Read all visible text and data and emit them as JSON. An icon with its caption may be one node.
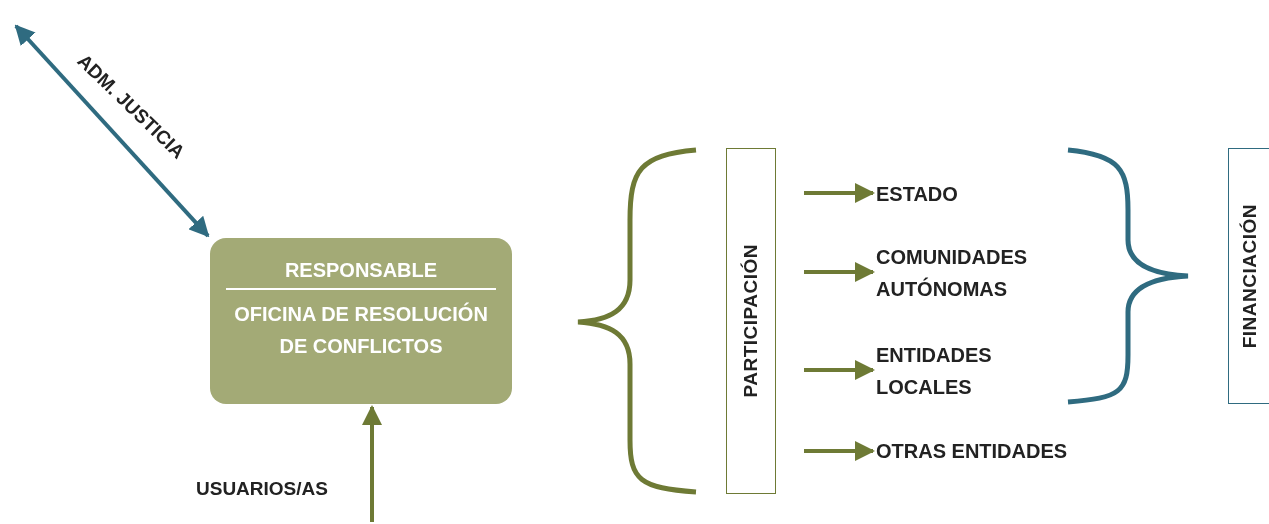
{
  "diagram": {
    "nodes": [
      {
        "text": [
          "RESPONSABLE",
          "OFICINA DE RESOLUCIÓN DE CONFLICTOS"
        ]
      },
      {
        "text": [
          "PARTICIPACIÓN"
        ]
      },
      {
        "text": [
          "ESTADO"
        ]
      },
      {
        "text": [
          "COMUNIDADES AUTÓNOMAS"
        ]
      },
      {
        "text": [
          "ENTIDADES LOCALES"
        ]
      },
      {
        "text": [
          "OTRAS ENTIDADES"
        ]
      },
      {
        "text": [
          "FINANCIACIÓN"
        ]
      }
    ],
    "edges": [
      {
        "from": null,
        "to": 0,
        "arrow": "both",
        "label": "ADM. JUSTICIA",
        "color": "#2f6b80"
      },
      {
        "from": null,
        "to": 0,
        "arrow": "to",
        "label": "USUARIOS/AS"
      },
      {
        "from": null,
        "to": 2,
        "arrow": "to"
      },
      {
        "from": null,
        "to": 3,
        "arrow": "to"
      },
      {
        "from": null,
        "to": 4,
        "arrow": "to"
      },
      {
        "from": null,
        "to": 5,
        "arrow": "to"
      }
    ]
  }
}
